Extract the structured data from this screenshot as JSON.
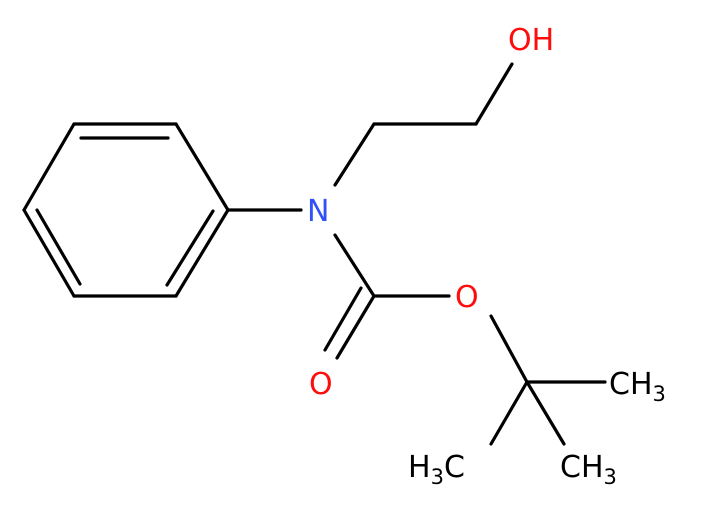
{
  "diagram": {
    "type": "skeletal-structure",
    "colors": {
      "bond": "#000000",
      "oxygen": "#ff0d0d",
      "nitrogen": "#3050f8",
      "carbon_label": "#000000",
      "background": "#ffffff"
    },
    "atoms": {
      "hydroxyl": {
        "main": "OH"
      },
      "nitrogen": {
        "main": "N"
      },
      "carbonyl_oxygen": {
        "main": "O"
      },
      "ester_oxygen": {
        "main": "O"
      },
      "methyl_right": {
        "main": "CH",
        "sub": "3"
      },
      "methyl_left": {
        "main": "H",
        "sub": "3",
        "tail": "C"
      },
      "methyl_bottom_right": {
        "main": "CH",
        "sub": "3"
      }
    }
  }
}
